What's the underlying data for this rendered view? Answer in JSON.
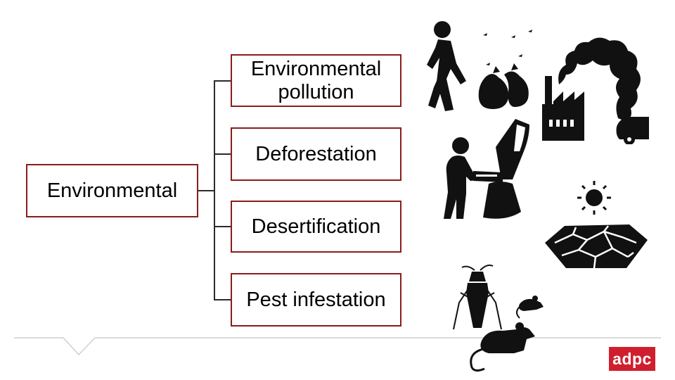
{
  "root": {
    "label": "Environmental"
  },
  "branches": [
    {
      "label": "Environmental pollution",
      "icon": "pollution-icon"
    },
    {
      "label": "Deforestation",
      "icon": "deforestation-icon"
    },
    {
      "label": "Desertification",
      "icon": "desertification-icon"
    },
    {
      "label": "Pest infestation",
      "icon": "pest-icon"
    }
  ],
  "logo": {
    "text": "adpc"
  },
  "colors": {
    "box_border": "#8b1c1c",
    "connector": "#2b2b2b",
    "logo_bg": "#cf1f2e",
    "divider": "#cccccc",
    "icon": "#111111"
  }
}
